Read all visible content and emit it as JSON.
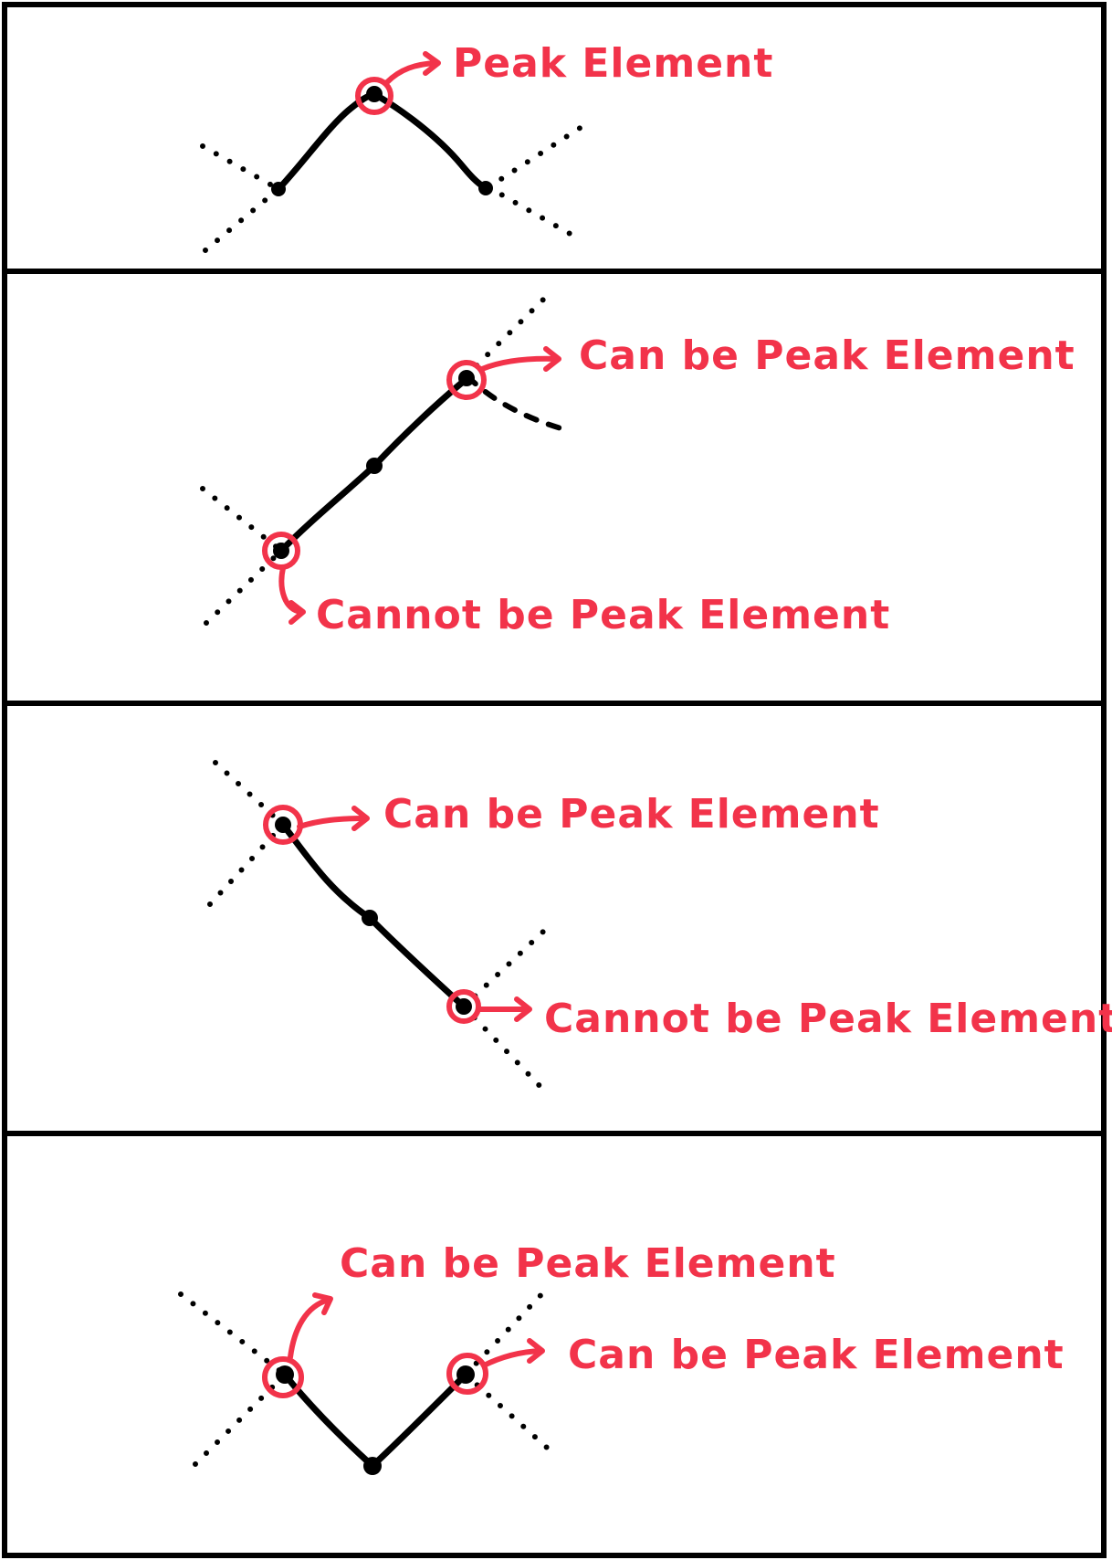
{
  "panels": [
    {
      "labels": [
        {
          "text": "Peak Element"
        }
      ]
    },
    {
      "labels": [
        {
          "text": "Can be Peak Element"
        },
        {
          "text": "Cannot be Peak Element"
        }
      ]
    },
    {
      "labels": [
        {
          "text": "Can be Peak Element"
        },
        {
          "text": "Cannot be Peak Element"
        }
      ]
    },
    {
      "labels": [
        {
          "text": "Can be Peak Element"
        },
        {
          "text": "Can be Peak Element"
        }
      ]
    }
  ],
  "colors": {
    "annotation": "#f2334a",
    "ink": "#000000",
    "background": "#ffffff"
  }
}
